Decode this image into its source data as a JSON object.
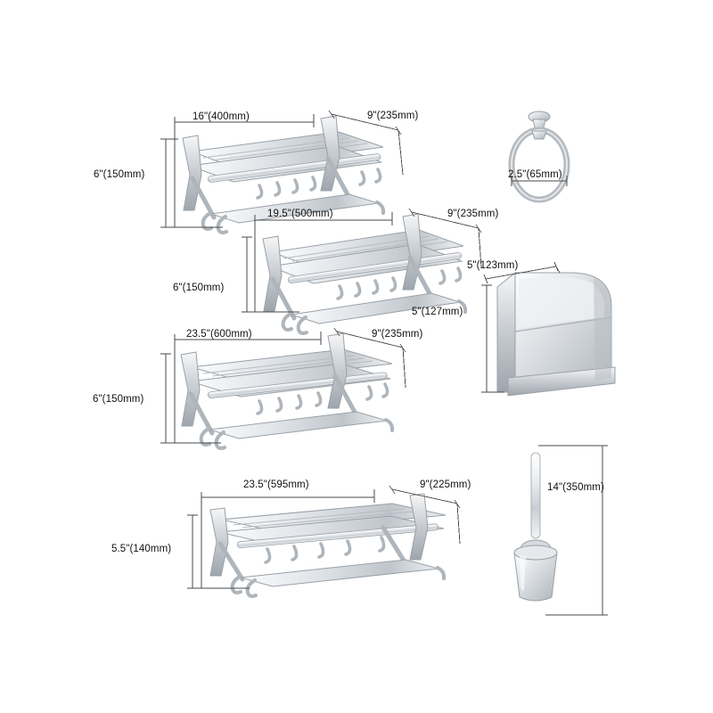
{
  "page": {
    "title": "Bathroom hardware accessory set dimension diagram",
    "background_color": "#ffffff",
    "line_color": "#4a4a4a",
    "text_color": "#111111"
  },
  "products": [
    {
      "id": "towel-rack-400",
      "name": "Folding towel rack with hooks 400mm",
      "dimensions": {
        "width": "16\"(400mm)",
        "depth": "9\"(235mm)",
        "height": "6\"(150mm)"
      }
    },
    {
      "id": "towel-rack-500",
      "name": "Folding towel rack with hooks 500mm",
      "dimensions": {
        "width": "19.5\"(500mm)",
        "depth": "9\"(235mm)",
        "height": "6\"(150mm)"
      }
    },
    {
      "id": "towel-rack-600",
      "name": "Folding towel rack with hooks 600mm",
      "dimensions": {
        "width": "23.5\"(600mm)",
        "depth": "9\"(235mm)",
        "height": "6\"(150mm)"
      }
    },
    {
      "id": "towel-rack-595",
      "name": "Folding towel rack with hooks 595mm",
      "dimensions": {
        "width": "23.5\"(595mm)",
        "depth": "9\"(225mm)",
        "height": "5.5\"(140mm)"
      }
    },
    {
      "id": "towel-ring",
      "name": "Towel ring",
      "dimensions": {
        "width": "2.5\"(65mm)"
      }
    },
    {
      "id": "paper-holder",
      "name": "Covered toilet paper holder",
      "dimensions": {
        "width": "5\"(123mm)",
        "height": "5\"(127mm)"
      }
    },
    {
      "id": "toilet-brush",
      "name": "Toilet brush with holder",
      "dimensions": {
        "height": "14\"(350mm)"
      }
    }
  ],
  "labels": {
    "rack400_width": "16\"(400mm)",
    "rack400_depth": "9\"(235mm)",
    "rack400_height": "6\"(150mm)",
    "rack500_width": "19.5\"(500mm)",
    "rack500_depth": "9\"(235mm)",
    "rack500_height": "6\"(150mm)",
    "rack600_width": "23.5\"(600mm)",
    "rack600_depth": "9\"(235mm)",
    "rack600_height": "6\"(150mm)",
    "rack595_width": "23.5\"(595mm)",
    "rack595_depth": "9\"(225mm)",
    "rack595_height": "5.5\"(140mm)",
    "ring_width": "2.5\"(65mm)",
    "paper_width": "5\"(123mm)",
    "paper_height": "5\"(127mm)",
    "brush_height": "14\"(350mm)"
  }
}
